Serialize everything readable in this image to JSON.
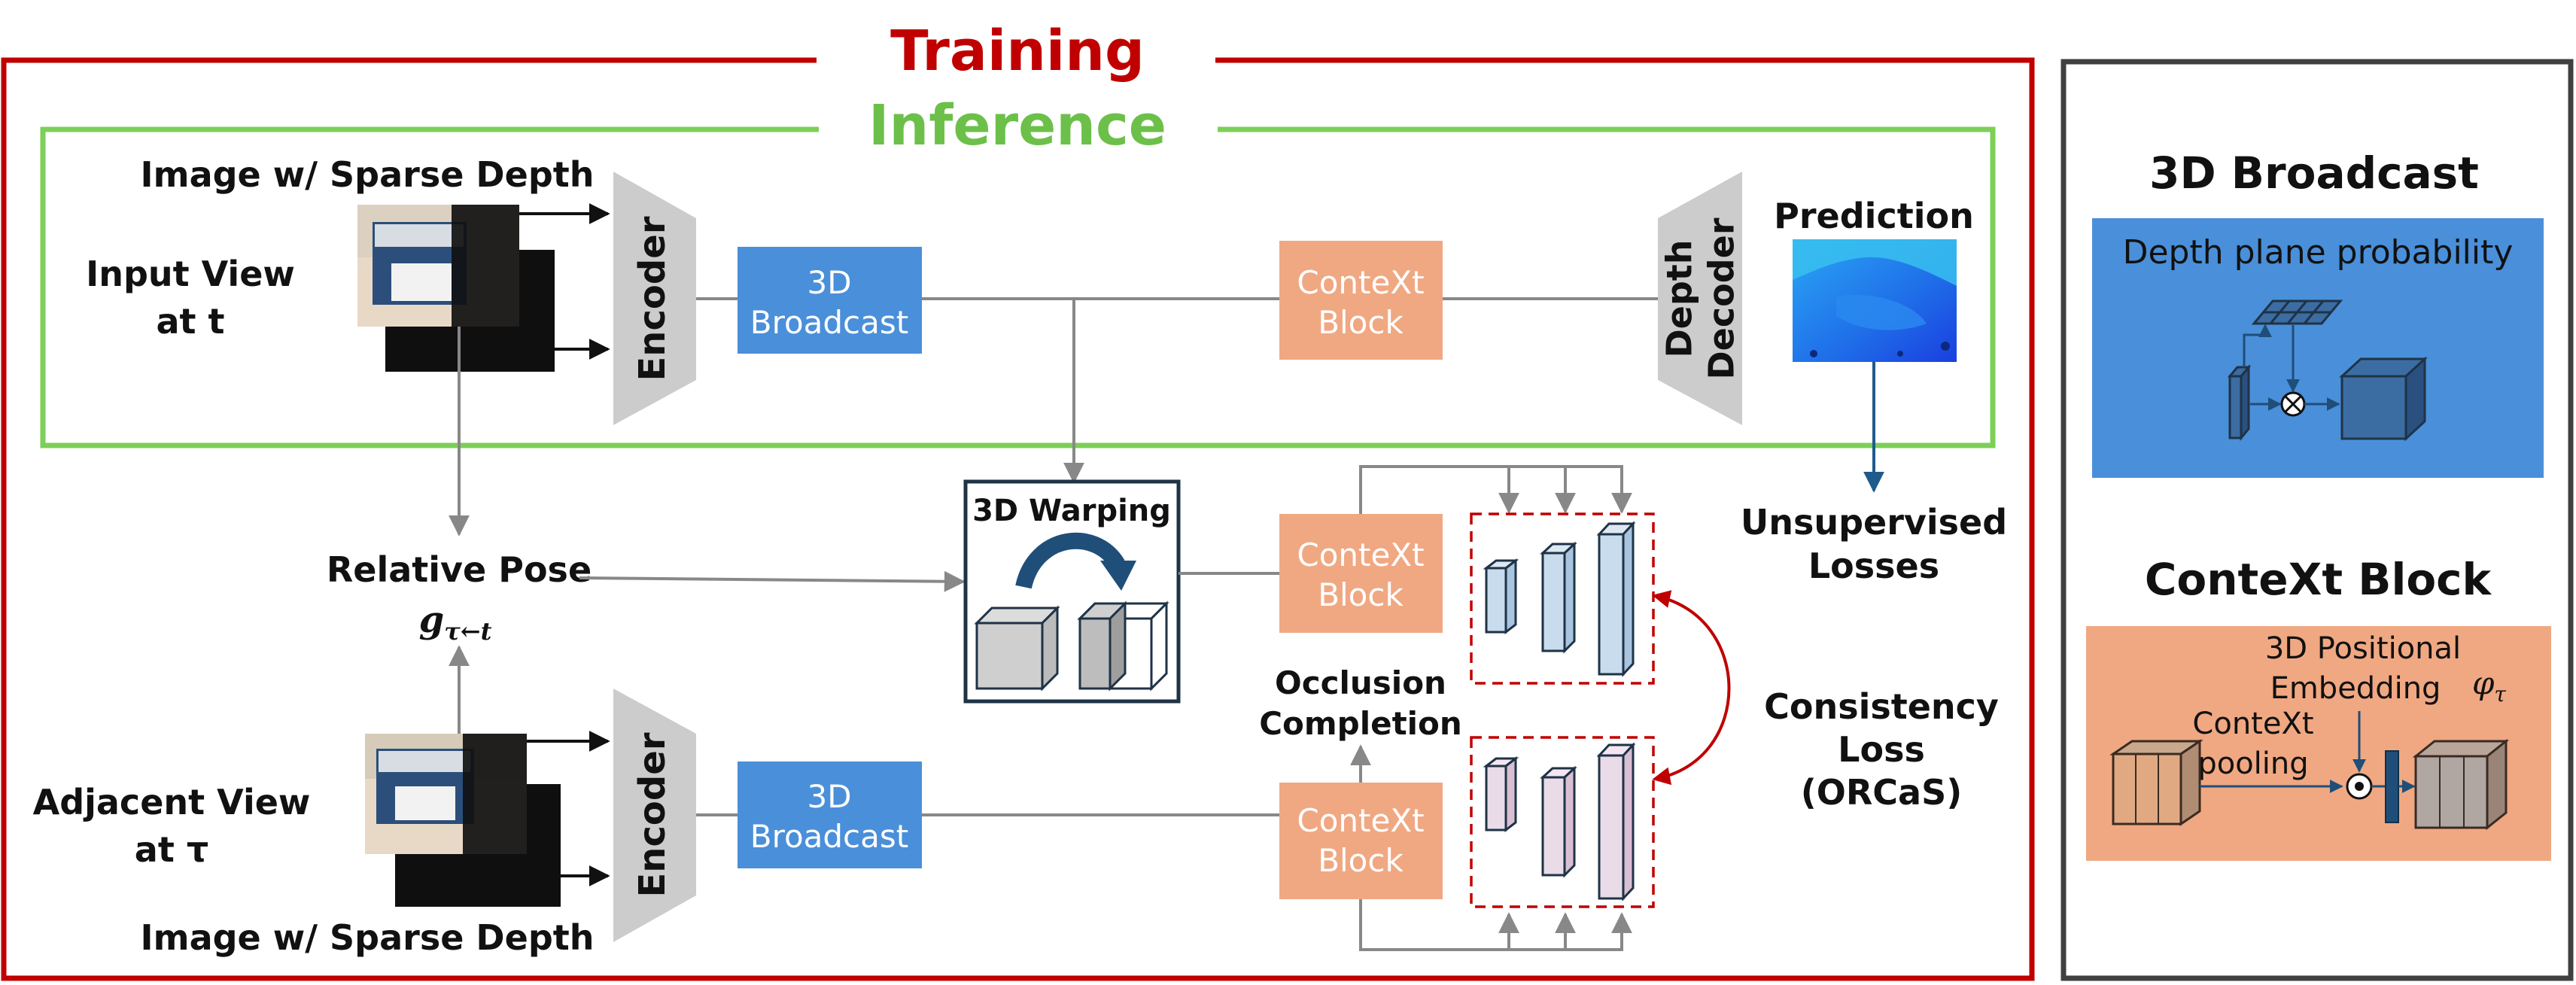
{
  "colors": {
    "training": "#c00000",
    "inference": "#6cc04a",
    "broadcast": "#4a8fd9",
    "context": "#f0a882",
    "encoder": "#cccccc",
    "arrow": "#888888",
    "blue_arrow": "#1f5a8c",
    "consistency_arrow": "#c00000"
  },
  "labels": {
    "training": "Training",
    "inference": "Inference",
    "top_image_caption": "Image w/ Sparse Depth",
    "input_view_1": "Input View",
    "input_view_2": "at t",
    "encoder": "Encoder",
    "broadcast_top": "3D Broadcast",
    "context_top": "ConteXt Block",
    "depth_decoder": "Depth Decoder",
    "prediction": "Prediction",
    "unsupervised_1": "Unsupervised",
    "unsupervised_2": "Losses",
    "relative_pose": "Relative Pose",
    "pose_symbol": "g",
    "pose_subscript": "τ←t",
    "warping": "3D Warping",
    "context_mid": "ConteXt Block",
    "occlusion_1": "Occlusion",
    "occlusion_2": "Completion",
    "consistency_1": "Consistency",
    "consistency_2": "Loss",
    "consistency_3": "(ORCaS)",
    "adjacent_view_1": "Adjacent View",
    "adjacent_view_2": "at τ",
    "bottom_image_caption": "Image w/ Sparse Depth",
    "encoder_bottom": "Encoder",
    "broadcast_bottom": "3D Broadcast",
    "context_bottom": "ConteXt Block"
  },
  "legend": {
    "broadcast_title": "3D Broadcast",
    "broadcast_subtitle": "Depth plane probability",
    "context_title": "ConteXt Block",
    "positional_1": "3D Positional",
    "positional_2": "Embedding",
    "phi_symbol": "φ",
    "phi_subscript": "τ",
    "pooling_1": "ConteXt",
    "pooling_2": "pooling"
  }
}
